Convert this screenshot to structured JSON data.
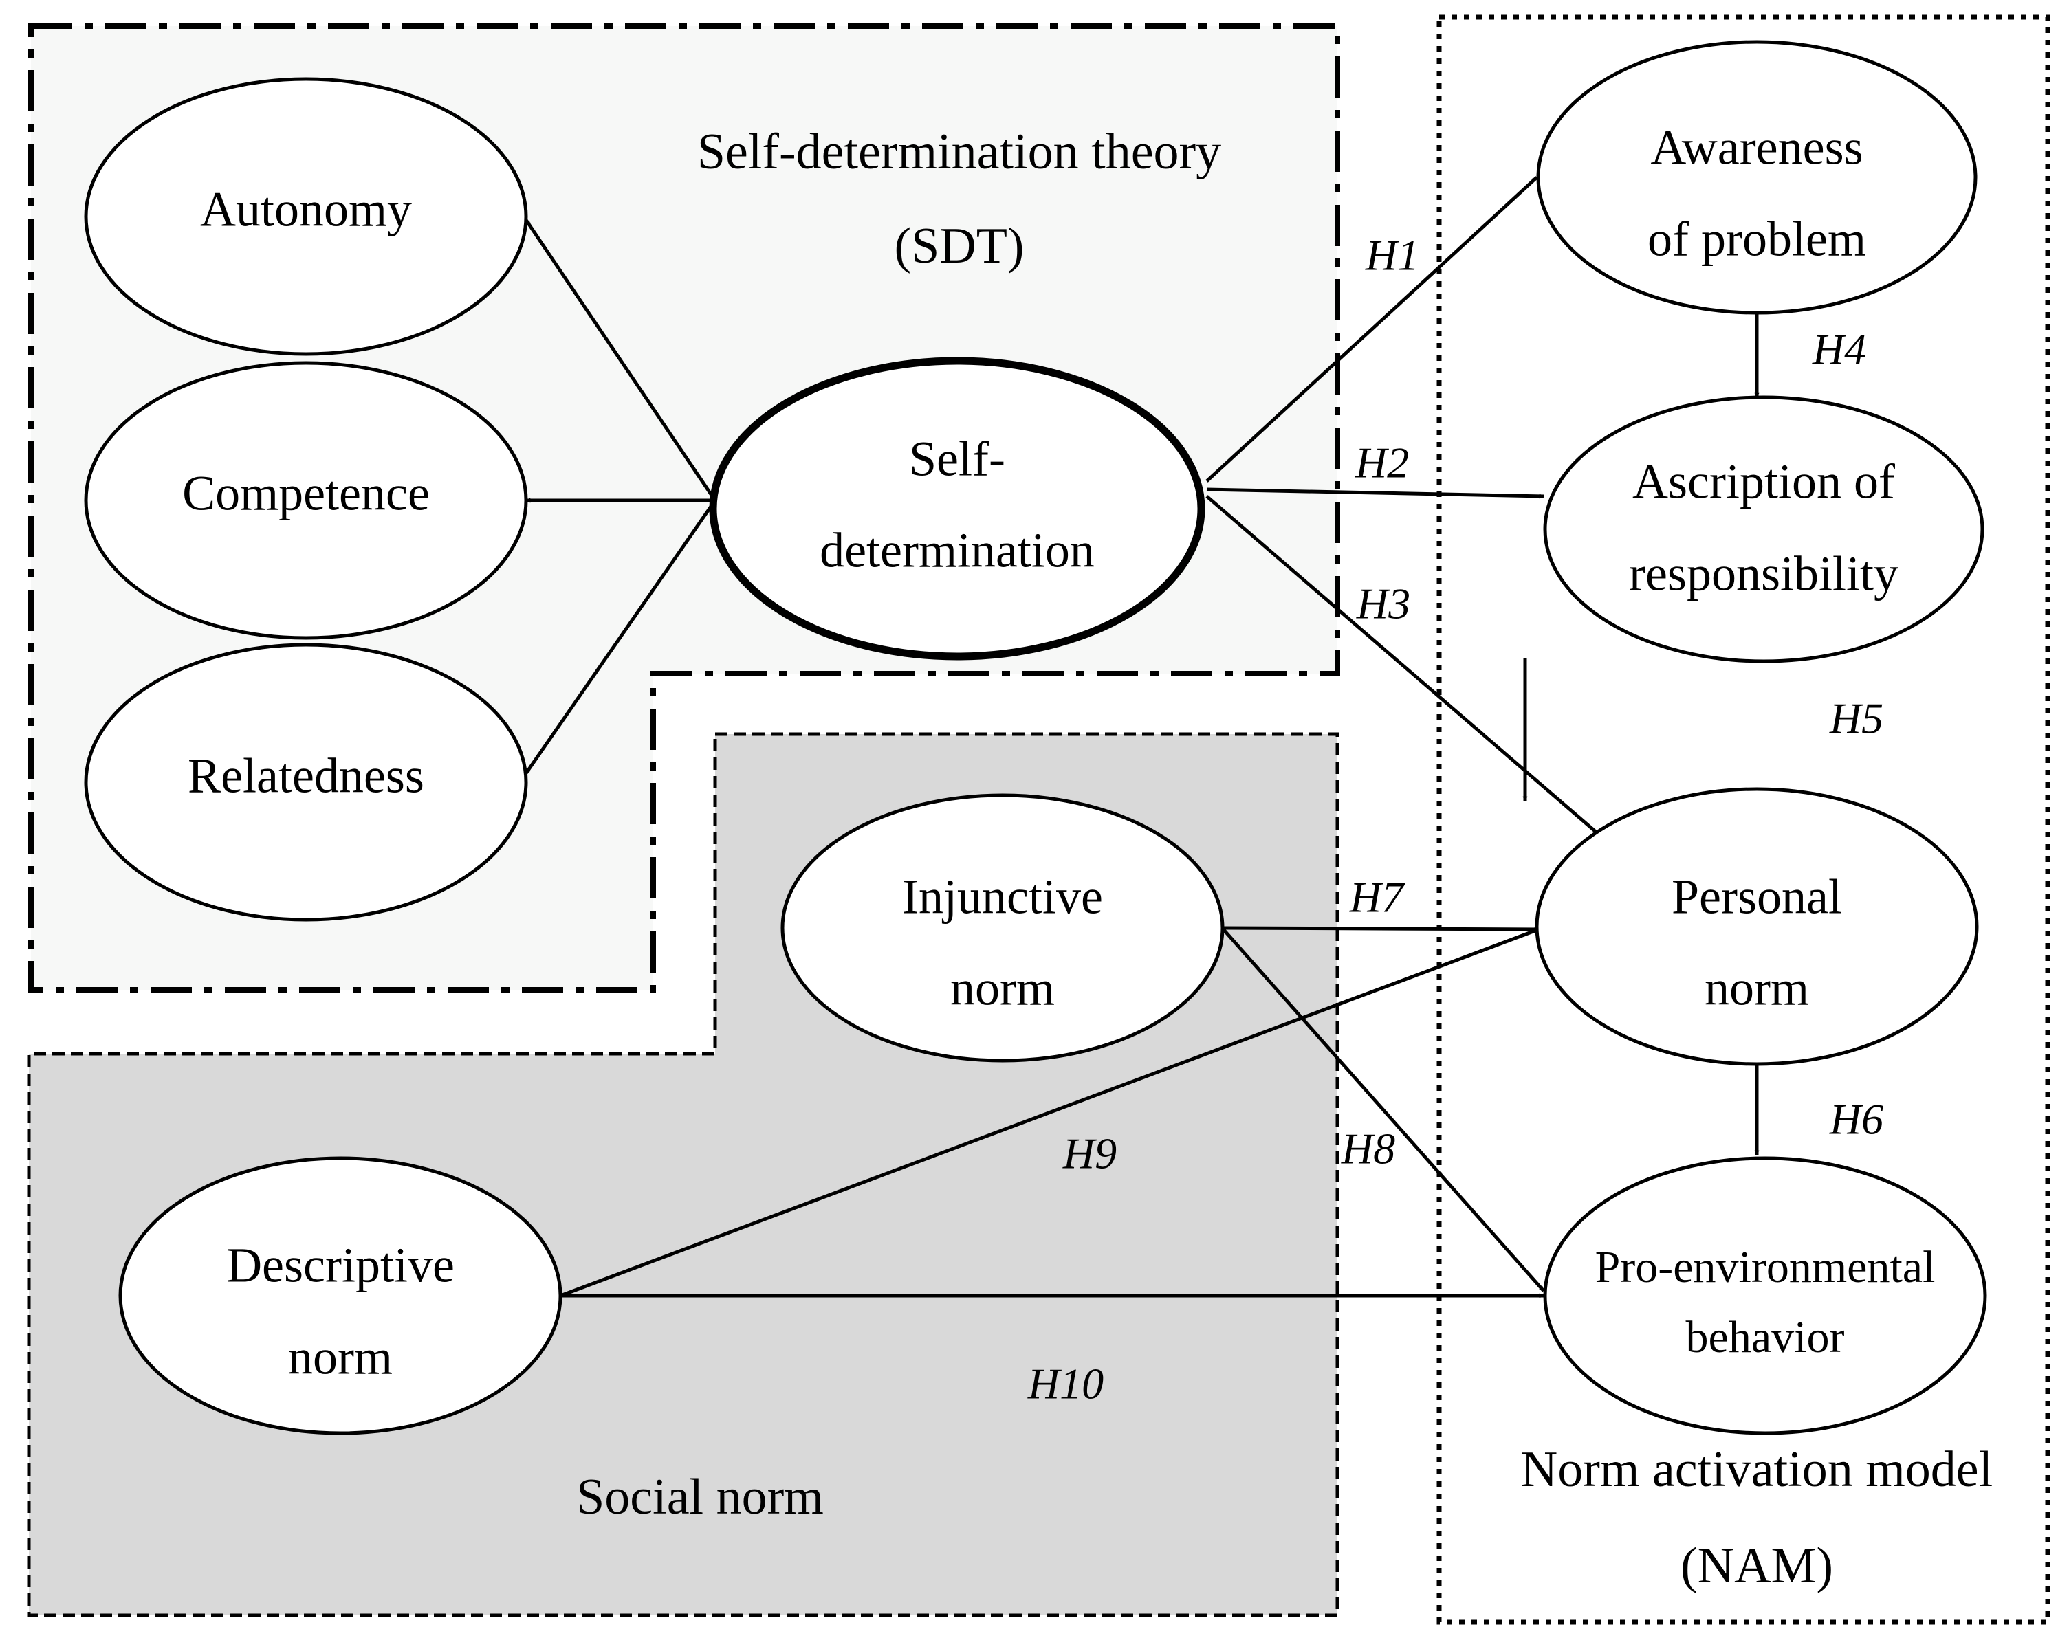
{
  "groups": {
    "sdt": {
      "label_line1": "Self-determination theory",
      "label_line2": "(SDT)",
      "fill": "#f7f8f7"
    },
    "social": {
      "label": "Social norm",
      "fill": "#d9d9d9"
    },
    "nam": {
      "label_line1": "Norm activation model",
      "label_line2": "(NAM)"
    }
  },
  "nodes": {
    "autonomy": {
      "line1": "Autonomy"
    },
    "competence": {
      "line1": "Competence"
    },
    "relatedness": {
      "line1": "Relatedness"
    },
    "self_determination": {
      "line1": "Self-",
      "line2": "determination"
    },
    "awareness": {
      "line1": "Awareness",
      "line2": "of problem"
    },
    "ascription": {
      "line1": "Ascription of",
      "line2": "responsibility"
    },
    "personal_norm": {
      "line1": "Personal",
      "line2": "norm"
    },
    "pro_env": {
      "line1": "Pro-environmental",
      "line2": "behavior"
    },
    "injunctive": {
      "line1": "Injunctive",
      "line2": "norm"
    },
    "descriptive": {
      "line1": "Descriptive",
      "line2": "norm"
    }
  },
  "hypotheses": {
    "h1": "H1",
    "h2": "H2",
    "h3": "H3",
    "h4": "H4",
    "h5": "H5",
    "h6": "H6",
    "h7": "H7",
    "h8": "H8",
    "h9": "H9",
    "h10": "H10"
  },
  "edges": [
    {
      "from": "self_determination",
      "to": "autonomy",
      "label": ""
    },
    {
      "from": "self_determination",
      "to": "competence",
      "label": ""
    },
    {
      "from": "self_determination",
      "to": "relatedness",
      "label": ""
    },
    {
      "from": "self_determination",
      "to": "awareness",
      "label": "H1"
    },
    {
      "from": "self_determination",
      "to": "ascription",
      "label": "H2"
    },
    {
      "from": "self_determination",
      "to": "personal_norm",
      "label": "H3"
    },
    {
      "from": "awareness",
      "to": "ascription",
      "label": "H4"
    },
    {
      "from": "ascription",
      "to": "personal_norm",
      "label": "H5"
    },
    {
      "from": "personal_norm",
      "to": "pro_env",
      "label": "H6"
    },
    {
      "from": "injunctive",
      "to": "personal_norm",
      "label": "H7"
    },
    {
      "from": "injunctive",
      "to": "pro_env",
      "label": "H8"
    },
    {
      "from": "descriptive",
      "to": "personal_norm",
      "label": "H9"
    },
    {
      "from": "descriptive",
      "to": "pro_env",
      "label": "H10"
    }
  ]
}
